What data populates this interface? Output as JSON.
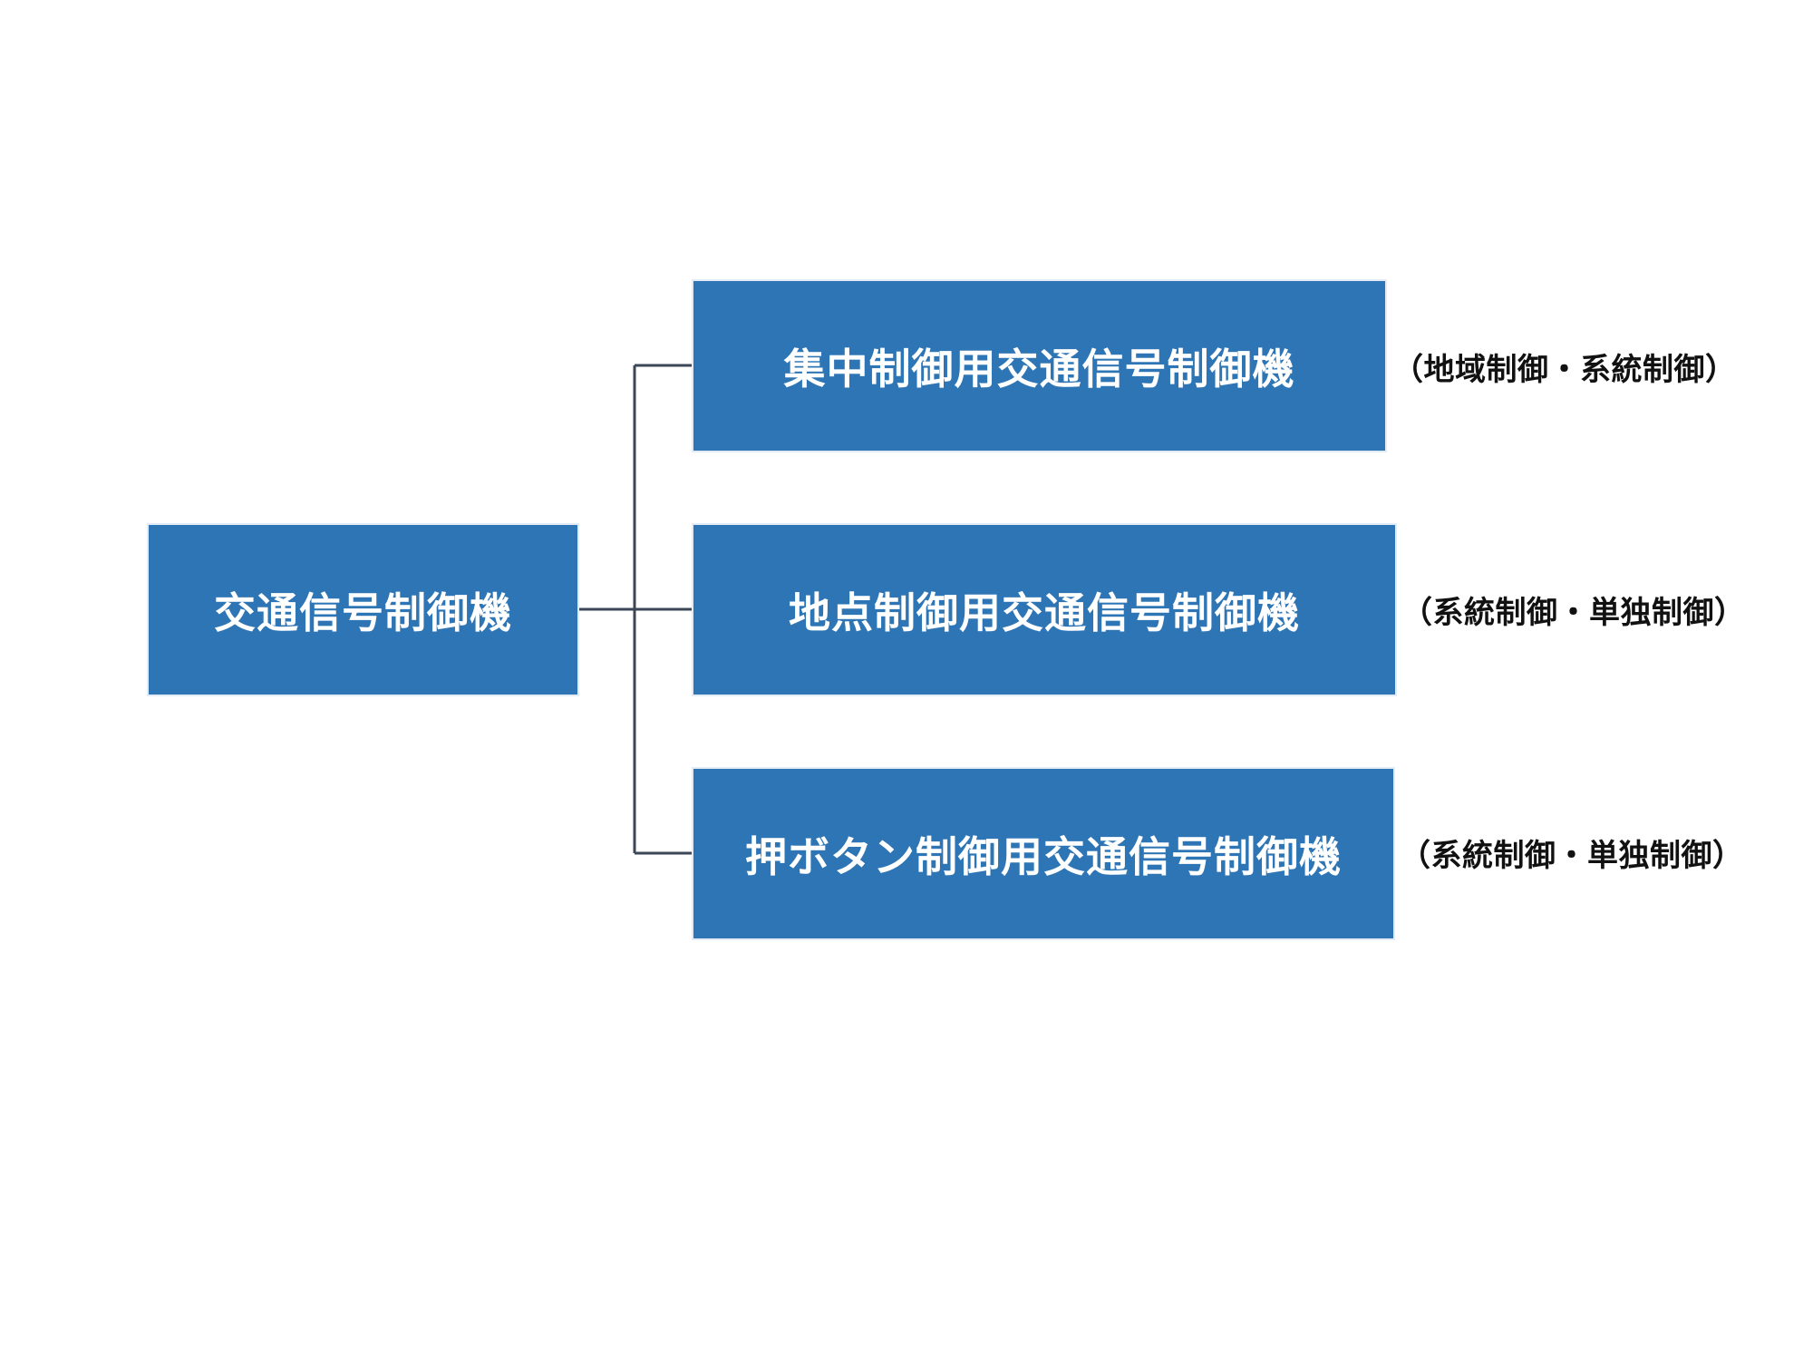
{
  "diagram": {
    "root": {
      "label": "交通信号制御機"
    },
    "children": [
      {
        "label": "集中制御用交通信号制御機",
        "note": "（地域制御・系統制御）"
      },
      {
        "label": "地点制御用交通信号制御機",
        "note": "（系統制御・単独制御）"
      },
      {
        "label": "押ボタン制御用交通信号制御機",
        "note": "（系統制御・単独制御）"
      }
    ],
    "colors": {
      "node_fill": "#2e75b5",
      "node_text": "#ffffff",
      "connector": "#3b4656",
      "note_text": "#111111"
    }
  }
}
